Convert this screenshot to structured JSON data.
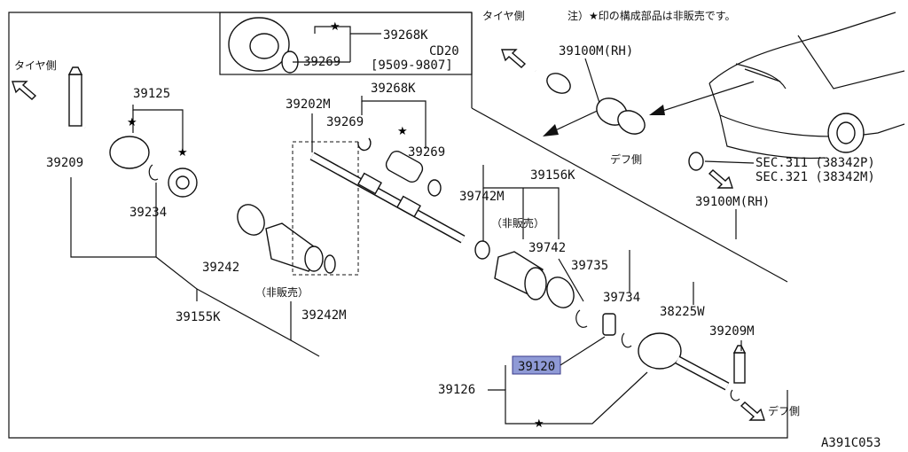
{
  "diagram": {
    "note": "注）★印の構成部品は非販売です。",
    "catalog_code": "A391C053",
    "tire_side_label": "タイヤ側",
    "diff_side_label": "デフ側",
    "not_for_sale_label": "（非販売）",
    "inset_model": "CD20",
    "inset_period": "[9509-9807]",
    "star_symbol": "★",
    "highlight_color": "#8f9ad6",
    "parts": {
      "p39268K_inset": "39268K",
      "p39269_inset": "39269",
      "p39100M_top": "39100M(RH)",
      "p39125": "39125",
      "p39209_left": "39209",
      "p39234": "39234",
      "p39202M": "39202M",
      "p39269_a": "39269",
      "p39268K_mid": "39268K",
      "p39269_b": "39269",
      "p39156K": "39156K",
      "p39742M": "39742M",
      "p39742": "39742",
      "p39735": "39735",
      "p39734": "39734",
      "p39242": "39242",
      "p39242M": "39242M",
      "p39155K": "39155K",
      "p39120": "39120",
      "p39126": "39126",
      "p38225W": "38225W",
      "p39209M": "39209M",
      "p39100M_right": "39100M(RH)",
      "sec311": "SEC.311 (38342P)",
      "sec321": "SEC.321 (38342M)"
    }
  }
}
